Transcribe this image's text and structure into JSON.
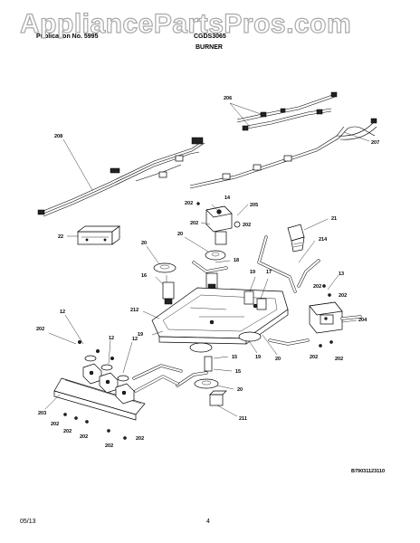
{
  "watermark": "AppliancePartsPros.com",
  "header": {
    "publication": "Publication No. 5995",
    "model": "CGDS3065",
    "section_title": "BURNER"
  },
  "callouts": {
    "c206a": "206",
    "c208": "208",
    "c207": "207",
    "c202_a": "202",
    "c14": "14",
    "c205": "205",
    "c21": "21",
    "c22": "22",
    "c202_b": "202",
    "c202_c": "202",
    "c20_a": "20",
    "c20_b": "20",
    "c214": "214",
    "c18": "18",
    "c16": "16",
    "c19_a": "19",
    "c17": "17",
    "c13": "13",
    "c202_d": "202",
    "c202_e": "202",
    "c212": "212",
    "c204": "204",
    "c12": "12",
    "c202_f": "202",
    "c19_b": "19",
    "c19_c": "19",
    "c20_c": "20",
    "c202_g": "202",
    "c202_h": "202",
    "c15_a": "15",
    "c15_b": "15",
    "c20_d": "20",
    "c203": "203",
    "c202_i": "202",
    "c202_j": "202",
    "c202_k": "202",
    "c202_l": "202",
    "c202_m": "202",
    "c211": "211"
  },
  "drawing_code": "B79031123110",
  "footer": {
    "date": "05/13",
    "page_number": "4"
  }
}
